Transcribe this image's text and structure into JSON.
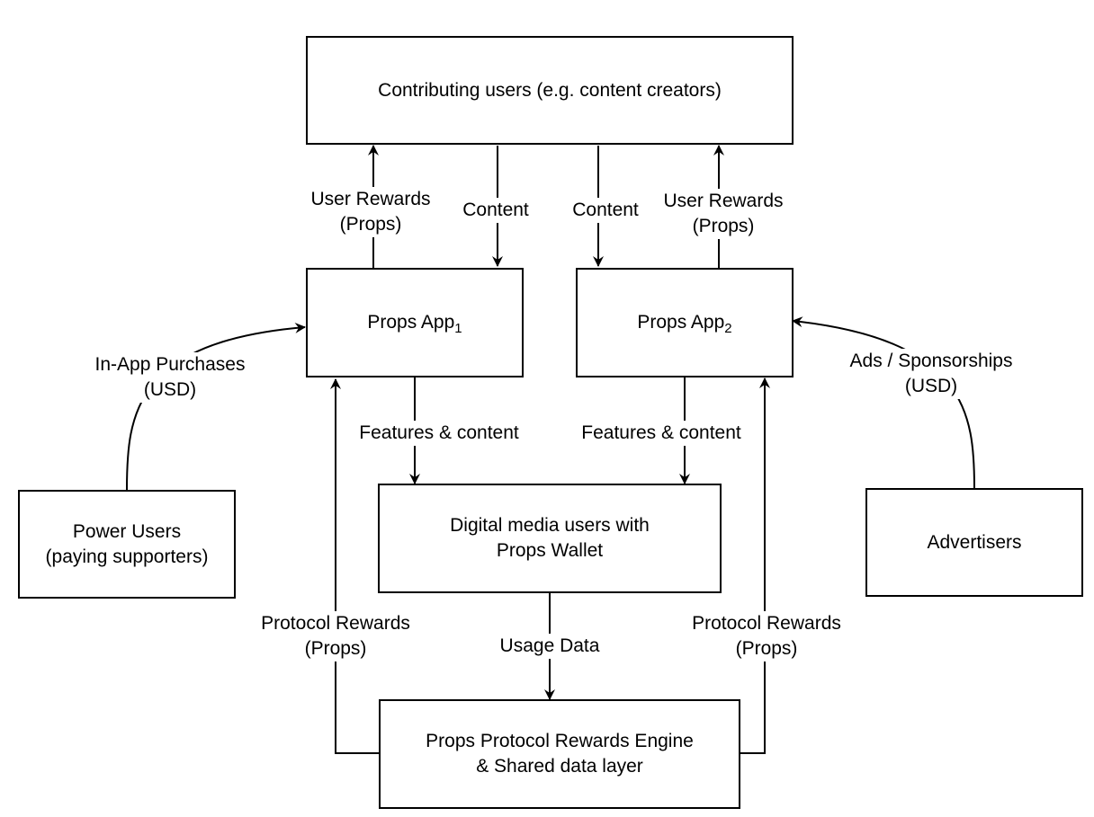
{
  "colors": {
    "stroke": "#000000",
    "background": "#ffffff"
  },
  "nodes": {
    "contributing_users": "Contributing users (e.g. content creators)",
    "app1_name": "Props App",
    "app1_sub": "1",
    "app2_name": "Props App",
    "app2_sub": "2",
    "power_users_line1": "Power Users",
    "power_users_line2": "(paying supporters)",
    "media_users_line1": "Digital media users with",
    "media_users_line2": "Props Wallet",
    "advertisers": "Advertisers",
    "engine_line1": "Props Protocol Rewards Engine",
    "engine_line2": "& Shared data layer"
  },
  "edges": {
    "user_rewards_1_line1": "User Rewards",
    "user_rewards_1_line2": "(Props)",
    "content_1": "Content",
    "content_2": "Content",
    "user_rewards_2_line1": "User Rewards",
    "user_rewards_2_line2": "(Props)",
    "in_app_line1": "In-App Purchases",
    "in_app_line2": "(USD)",
    "ads_line1": "Ads / Sponsorships",
    "ads_line2": "(USD)",
    "features_1": "Features & content",
    "features_2": "Features & content",
    "protocol_rewards_1_line1": "Protocol Rewards",
    "protocol_rewards_1_line2": "(Props)",
    "protocol_rewards_2_line1": "Protocol Rewards",
    "protocol_rewards_2_line2": "(Props)",
    "usage_data": "Usage Data"
  }
}
